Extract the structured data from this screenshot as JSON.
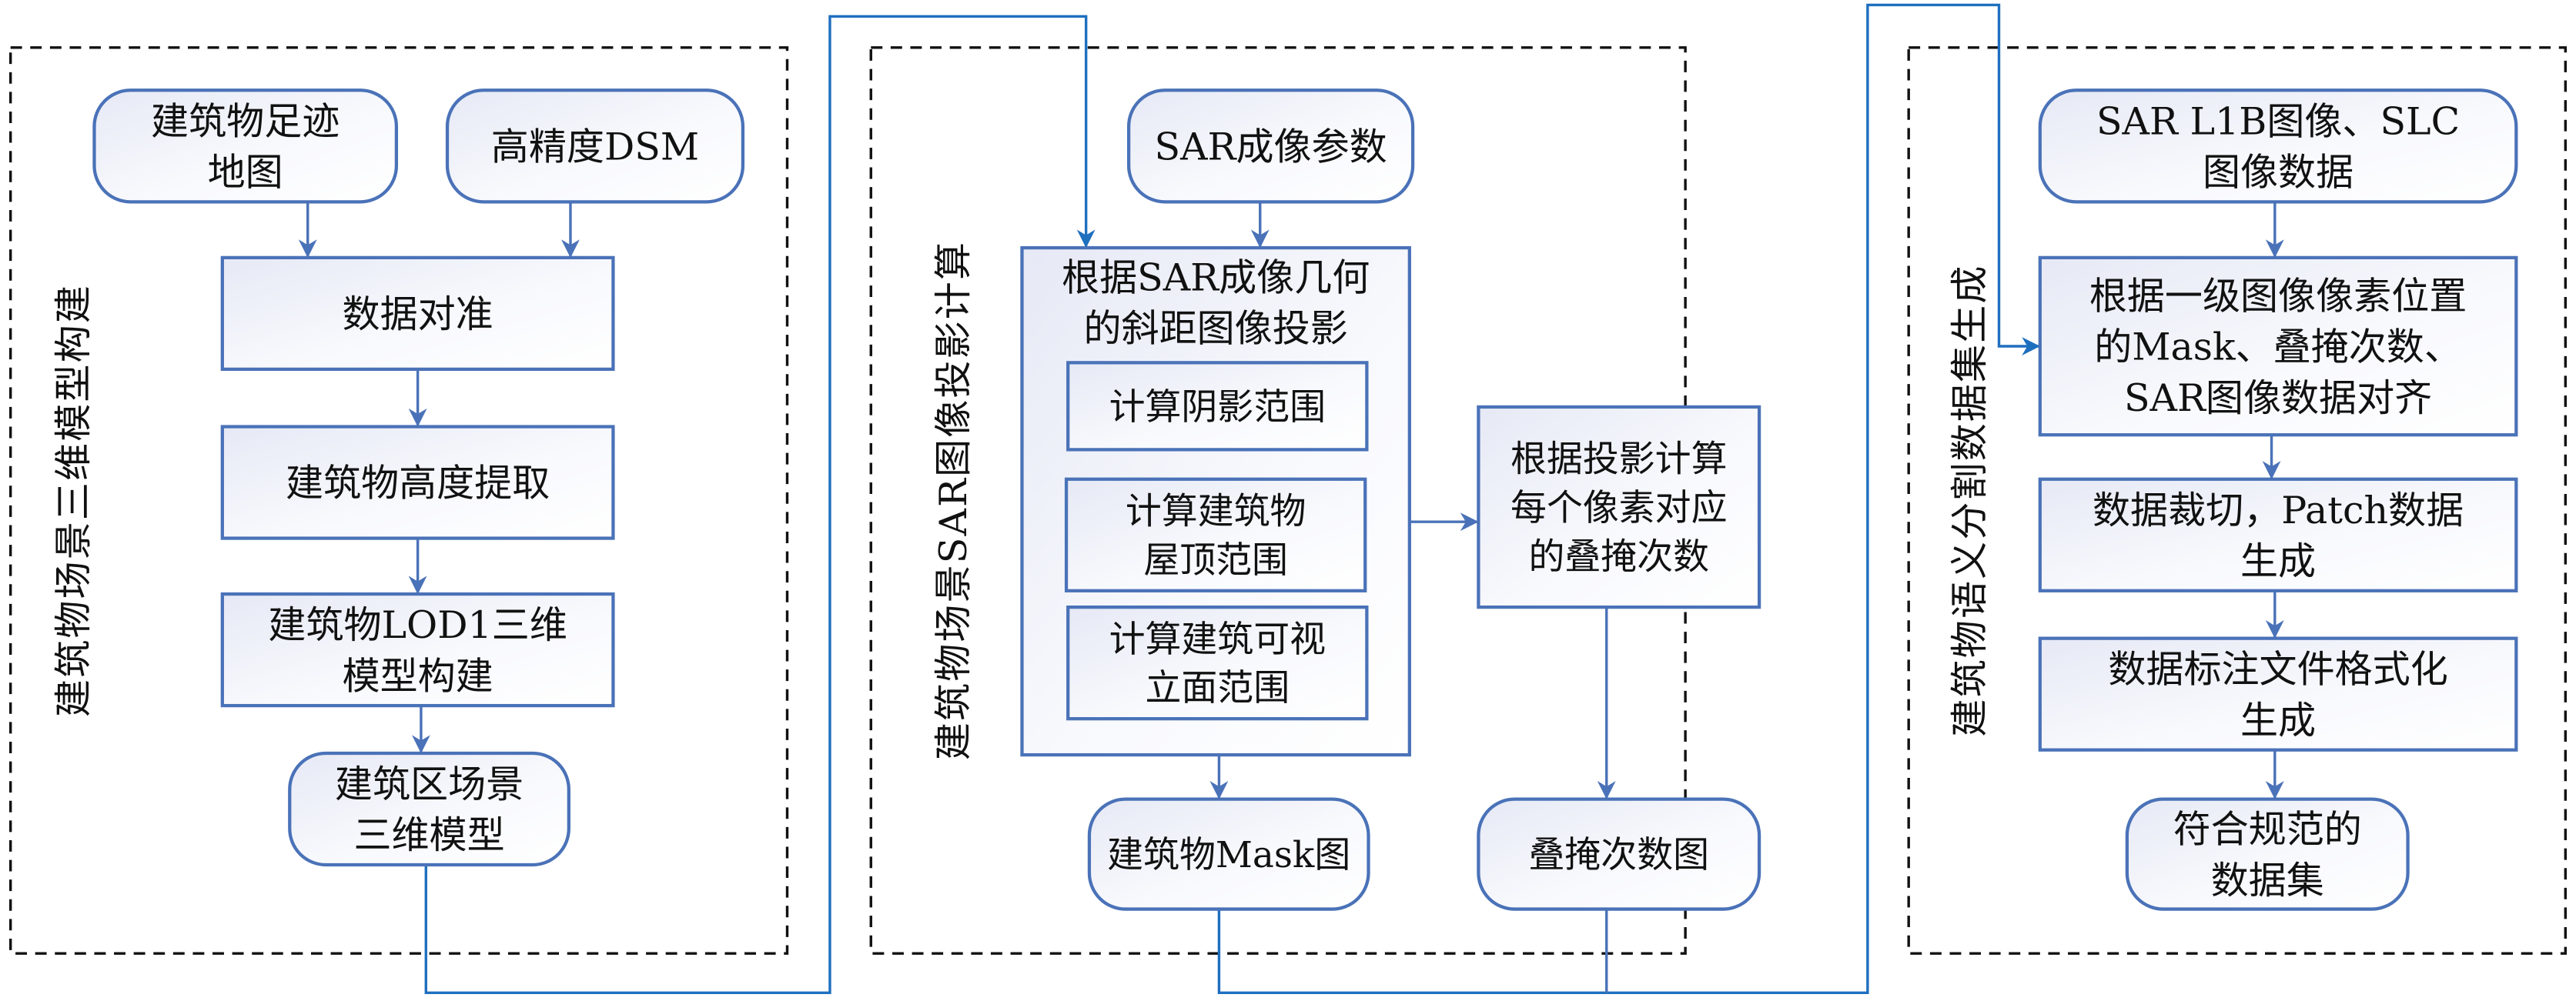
{
  "colors": {
    "node_border": "#4a72b8",
    "connector": "#1f6fbf",
    "fill_top": "#e6e9f5",
    "fill_bottom": "#ffffff",
    "dashed_border": "#111111"
  },
  "panels": [
    {
      "title": "建筑物场景三维模型构建",
      "nodes": [
        {
          "lines": [
            "建筑物足迹",
            "地图"
          ],
          "shape": "rounded"
        },
        {
          "lines": [
            "高精度DSM"
          ],
          "shape": "rounded"
        },
        {
          "lines": [
            "数据对准"
          ],
          "shape": "rect"
        },
        {
          "lines": [
            "建筑物高度提取"
          ],
          "shape": "rect"
        },
        {
          "lines": [
            "建筑物LOD1三维",
            "模型构建"
          ],
          "shape": "rect"
        },
        {
          "lines": [
            "建筑区场景",
            "三维模型"
          ],
          "shape": "rounded"
        }
      ]
    },
    {
      "title": "建筑物场景SAR图像投影计算",
      "nodes": [
        {
          "lines": [
            "SAR成像参数"
          ],
          "shape": "rounded"
        },
        {
          "lines": [
            "根据SAR成像几何",
            "的斜距图像投影"
          ],
          "shape": "rect"
        },
        {
          "lines": [
            "计算阴影范围"
          ],
          "shape": "rect"
        },
        {
          "lines": [
            "计算建筑物",
            "屋顶范围"
          ],
          "shape": "rect"
        },
        {
          "lines": [
            "计算建筑可视",
            "立面范围"
          ],
          "shape": "rect"
        },
        {
          "lines": [
            "根据投影计算",
            "每个像素对应",
            "的叠掩次数"
          ],
          "shape": "rect"
        },
        {
          "lines": [
            "建筑物Mask图"
          ],
          "shape": "rounded"
        },
        {
          "lines": [
            "叠掩次数图"
          ],
          "shape": "rounded"
        }
      ]
    },
    {
      "title": "建筑物语义分割数据集生成",
      "nodes": [
        {
          "lines": [
            "SAR L1B图像、SLC",
            "图像数据"
          ],
          "shape": "rounded"
        },
        {
          "lines": [
            "根据一级图像像素位置",
            "的Mask、叠掩次数、",
            "SAR图像数据对齐"
          ],
          "shape": "rect"
        },
        {
          "lines": [
            "数据裁切，Patch数据",
            "生成"
          ],
          "shape": "rect"
        },
        {
          "lines": [
            "数据标注文件格式化",
            "生成"
          ],
          "shape": "rect"
        },
        {
          "lines": [
            "符合规范的",
            "数据集"
          ],
          "shape": "rounded"
        }
      ]
    }
  ]
}
